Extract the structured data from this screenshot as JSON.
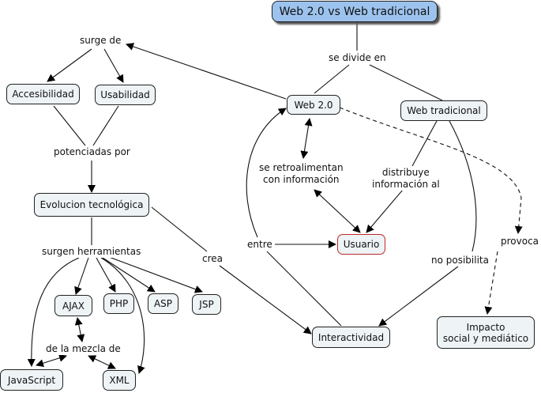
{
  "title": "Web 2.0 vs Web tradicional",
  "concepts": {
    "main": "Web 2.0 vs Web tradicional",
    "web20": "Web 2.0",
    "webtrad": "Web tradicional",
    "accesibilidad": "Accesibilidad",
    "usabilidad": "Usabilidad",
    "evolucion": "Evolucion tecnológica",
    "usuario": "Usuario",
    "interactividad": "Interactividad",
    "impacto": "Impacto\nsocial y mediático",
    "ajax": "AJAX",
    "php": "PHP",
    "asp": "ASP",
    "jsp": "JSP",
    "javascript": "JavaScript",
    "xml": "XML"
  },
  "linking_phrases": {
    "se_divide_en": "se divide en",
    "surge_de": "surge de",
    "potenciadas_por": "potenciadas por",
    "surgen_herramientas": "surgen herramientas",
    "de_la_mezcla_de": "de la mezcla de",
    "crea": "crea",
    "se_retroalimentan": "se retroalimentan\ncon información",
    "distribuye": "distribuye\ninformación al",
    "entre": "entre",
    "no_posibilita": "no posibilita",
    "provoca": "provoca"
  },
  "colors": {
    "main_fill": "#9cc3ee",
    "node_fill": "#eef3f6",
    "usuario_border": "#c0282a",
    "line": "#111111"
  }
}
